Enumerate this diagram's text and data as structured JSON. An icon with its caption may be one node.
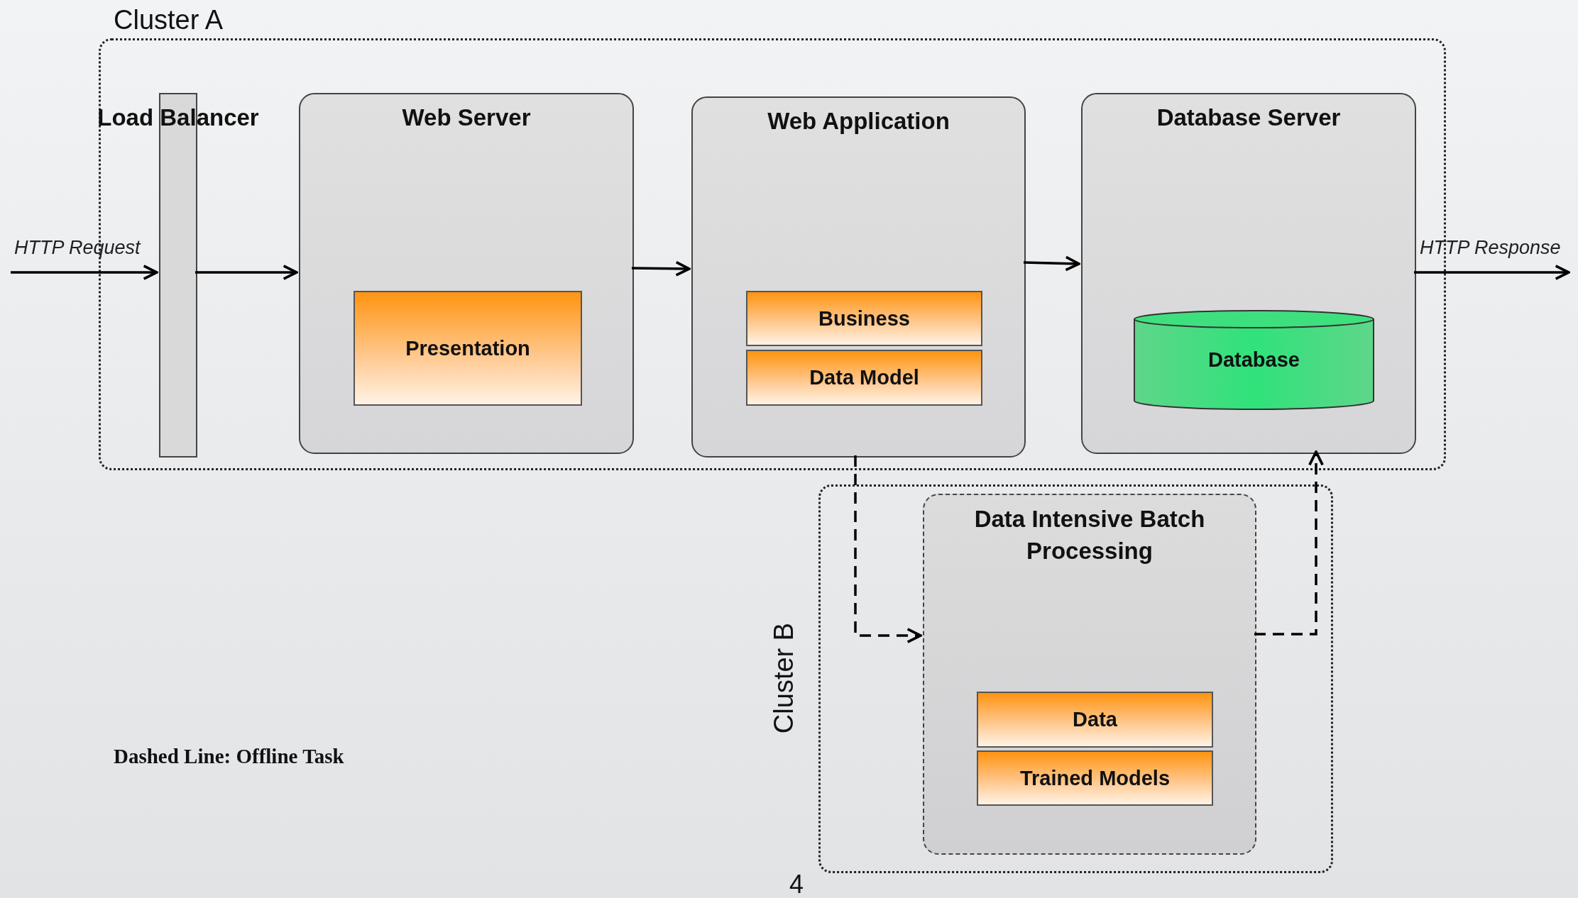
{
  "diagram": {
    "nodes": [
      {
        "text": [
          "Cluster A"
        ]
      },
      {
        "text": [
          "Load Balancer"
        ],
        "in": 0
      },
      {
        "text": [
          "Web Server"
        ],
        "in": 0
      },
      {
        "text": [
          "Presentation"
        ],
        "in": 2
      },
      {
        "text": [
          "Web Application"
        ],
        "in": 0
      },
      {
        "text": [
          "Business"
        ],
        "in": 4
      },
      {
        "text": [
          "Data Model"
        ],
        "in": 4
      },
      {
        "text": [
          "Database Server"
        ],
        "in": 0
      },
      {
        "text": [
          "Database"
        ],
        "in": 7
      },
      {
        "text": [
          "Cluster B"
        ]
      },
      {
        "text": [
          "Data Intensive Batch Processing"
        ],
        "in": 9
      },
      {
        "text": [
          "Data"
        ],
        "in": 10
      },
      {
        "text": [
          "Trained Models"
        ],
        "in": 10
      }
    ],
    "edges": [
      {
        "from": null,
        "to": 1,
        "arrow": "to",
        "label": "HTTP Request"
      },
      {
        "from": 1,
        "to": 2,
        "arrow": "to"
      },
      {
        "from": 2,
        "to": 4,
        "arrow": "to"
      },
      {
        "from": 4,
        "to": 7,
        "arrow": "to"
      },
      {
        "from": 7,
        "to": null,
        "arrow": "to",
        "label": "HTTP Response"
      },
      {
        "from": 4,
        "to": 10,
        "arrow": "to",
        "style": "dashed"
      },
      {
        "from": 10,
        "to": 7,
        "arrow": "to",
        "style": "dashed"
      }
    ],
    "labels": [
      "Dashed Line: Offline Task",
      "4"
    ]
  }
}
